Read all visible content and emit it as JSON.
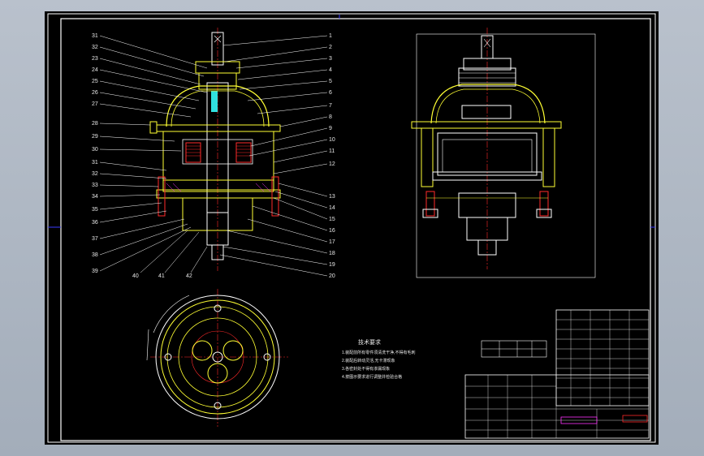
{
  "drawing": {
    "colors": {
      "background": "#000000",
      "frame": "#ffffff",
      "border_blue": "#3a3aff",
      "yellow": "#ffff33",
      "red": "#ff2a2a",
      "cyan": "#30e0e0",
      "magenta": "#ff33ff",
      "white": "#ffffff"
    },
    "left_balloons": [
      "31",
      "32",
      "23",
      "24",
      "25",
      "26",
      "27",
      "28",
      "29",
      "30",
      "31",
      "32",
      "33",
      "34",
      "35",
      "36",
      "37",
      "38",
      "39"
    ],
    "right_balloons_top": [
      "1",
      "2",
      "3",
      "4",
      "5",
      "6",
      "7",
      "8",
      "9",
      "10",
      "11",
      "12"
    ],
    "right_balloons_bottom": [
      "13",
      "14",
      "15",
      "16",
      "17",
      "18",
      "19",
      "20"
    ],
    "bottom_balloons": [
      "40",
      "41",
      "42"
    ],
    "notes_title": "技术要求",
    "notes": [
      "1.装配前所有零件须清洗干净,不得有毛刺",
      "2.装配后转动灵活,无卡滞现象",
      "3.各密封处不得有渗漏现象",
      "4.按图示要求进行调整并检验合格"
    ]
  }
}
